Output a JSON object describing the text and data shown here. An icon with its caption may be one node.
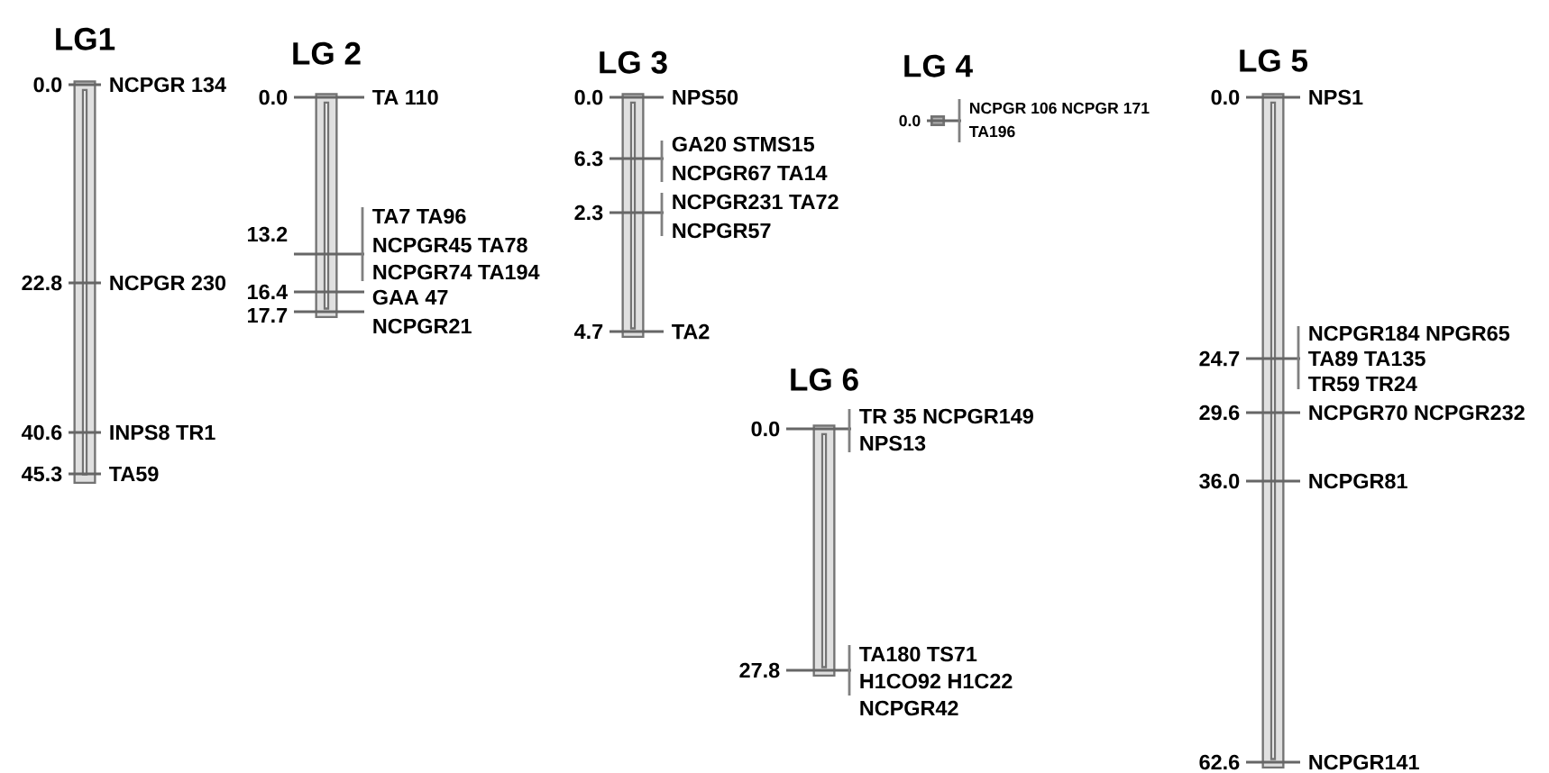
{
  "diagram": {
    "nodes": [
      {
        "text": [
          "LG1"
        ],
        "beside": [
          "0.0",
          "NCPGR 134",
          "22.8",
          "NCPGR 230",
          "40.6",
          "INPS8 TR1",
          "45.3",
          "TA59"
        ]
      },
      {
        "text": [
          "LG 2"
        ],
        "beside": [
          "0.0",
          "TA 110",
          "TA7 TA96",
          "13.2",
          "NCPGR45 TA78",
          "NCPGR74 TA194",
          "16.4",
          "GAA 47",
          "17.7",
          "NCPGR21"
        ]
      },
      {
        "text": [
          "LG 3"
        ],
        "beside": [
          "0.0",
          "NPS50",
          "GA20 STMS15",
          "6.3",
          "NCPGR67 TA14",
          "NCPGR231 TA72",
          "2.3",
          "NCPGR57",
          "4.7",
          "TA2"
        ]
      },
      {
        "text": [
          "LG 4"
        ],
        "beside": [
          "NCPGR 106 NCPGR 171",
          "0.0",
          "TA196"
        ]
      },
      {
        "text": [
          "LG 5"
        ],
        "beside": [
          "0.0",
          "NPS1",
          "NCPGR184 NPGR65",
          "24.7",
          "TA89 TA135",
          "TR59 TR24",
          "29.6",
          "NCPGR70 NCPGR232",
          "36.0",
          "NCPGR81",
          "62.6",
          "NCPGR141"
        ]
      },
      {
        "text": [
          "LG 6"
        ],
        "beside": [
          "TR 35 NCPGR149",
          "0.0",
          "NPS13",
          "TA180 TS71",
          "27.8",
          "H1CO92 H1C22",
          "NCPGR42"
        ]
      }
    ]
  }
}
